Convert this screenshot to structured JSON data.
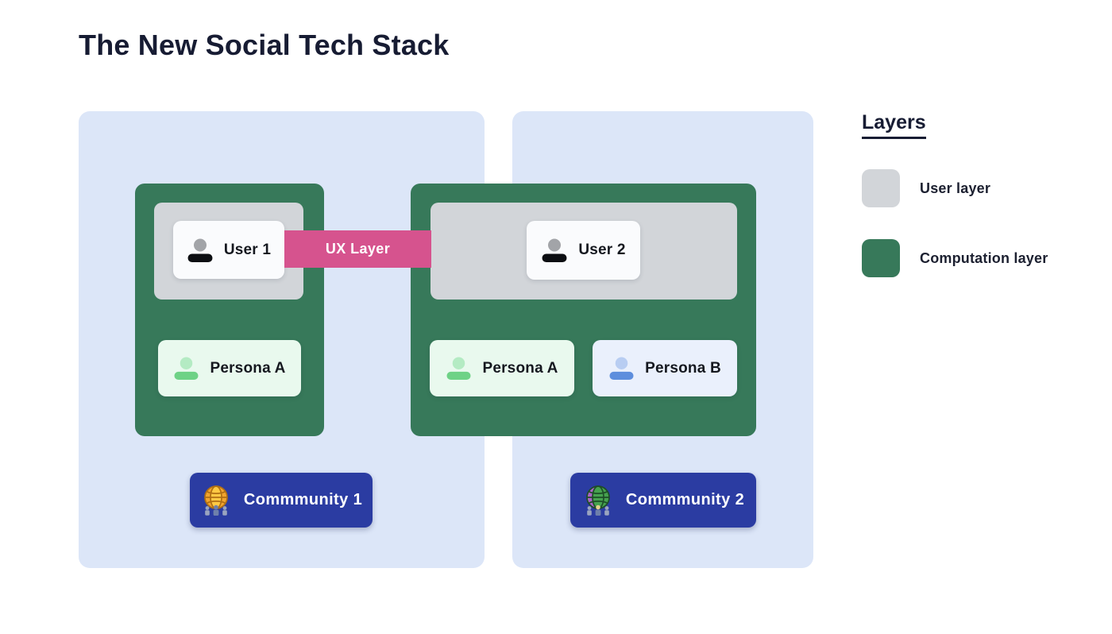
{
  "title": "The New Social Tech Stack",
  "connector": {
    "label": "UX Layer",
    "color": "#d6538e"
  },
  "panels": [
    {
      "users": [
        {
          "label": "User 1",
          "icon": "person-icon"
        }
      ],
      "personas": [
        {
          "label": "Persona A",
          "variant": "green",
          "icon": "person-icon"
        }
      ],
      "community": {
        "label": "Commmunity 1",
        "icon": "globe-icon"
      }
    },
    {
      "users": [
        {
          "label": "User 2",
          "icon": "person-icon"
        }
      ],
      "personas": [
        {
          "label": "Persona A",
          "variant": "green",
          "icon": "person-icon"
        },
        {
          "label": "Persona B",
          "variant": "blue",
          "icon": "person-icon"
        }
      ],
      "community": {
        "label": "Commmunity 2",
        "icon": "globe-icon"
      }
    }
  ],
  "legend": {
    "title": "Layers",
    "items": [
      {
        "label": "User layer",
        "color": "#d2d5d9"
      },
      {
        "label": "Computation layer",
        "color": "#37795a"
      }
    ]
  },
  "colors": {
    "panel_background": "#dce6f8",
    "computation_layer": "#37795a",
    "user_layer": "#d2d5d9",
    "community_node": "#2b3ca2",
    "connector": "#d6538e",
    "ink": "#171c33"
  }
}
